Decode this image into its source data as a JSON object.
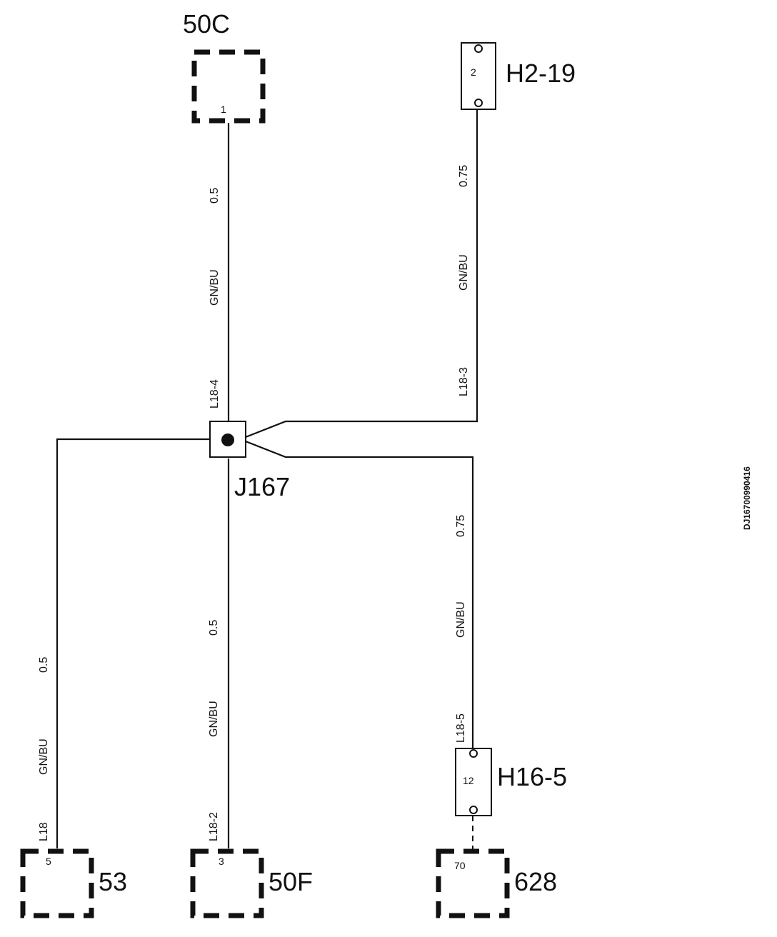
{
  "components": {
    "c50c": {
      "label": "50C",
      "pin": "1"
    },
    "h2_19": {
      "label": "H2-19",
      "pin": "2"
    },
    "j167": {
      "label": "J167"
    },
    "h16_5": {
      "label": "H16-5",
      "pin": "12"
    },
    "c53": {
      "label": "53",
      "pin": "5"
    },
    "c50f": {
      "label": "50F",
      "pin": "3"
    },
    "c628": {
      "label": "628",
      "pin": "70"
    }
  },
  "wires": {
    "w_50c": {
      "size": "0.5",
      "color": "GN/BU",
      "id": "L18-4"
    },
    "w_h219": {
      "size": "0.75",
      "color": "GN/BU",
      "id": "L18-3"
    },
    "w_53": {
      "size": "0.5",
      "color": "GN/BU",
      "id": "L18"
    },
    "w_50f": {
      "size": "0.5",
      "color": "GN/BU",
      "id": "L18-2"
    },
    "w_h165": {
      "size": "0.75",
      "color": "GN/BU",
      "id": "L18-5"
    }
  },
  "doc_id": "DJ16700990416"
}
